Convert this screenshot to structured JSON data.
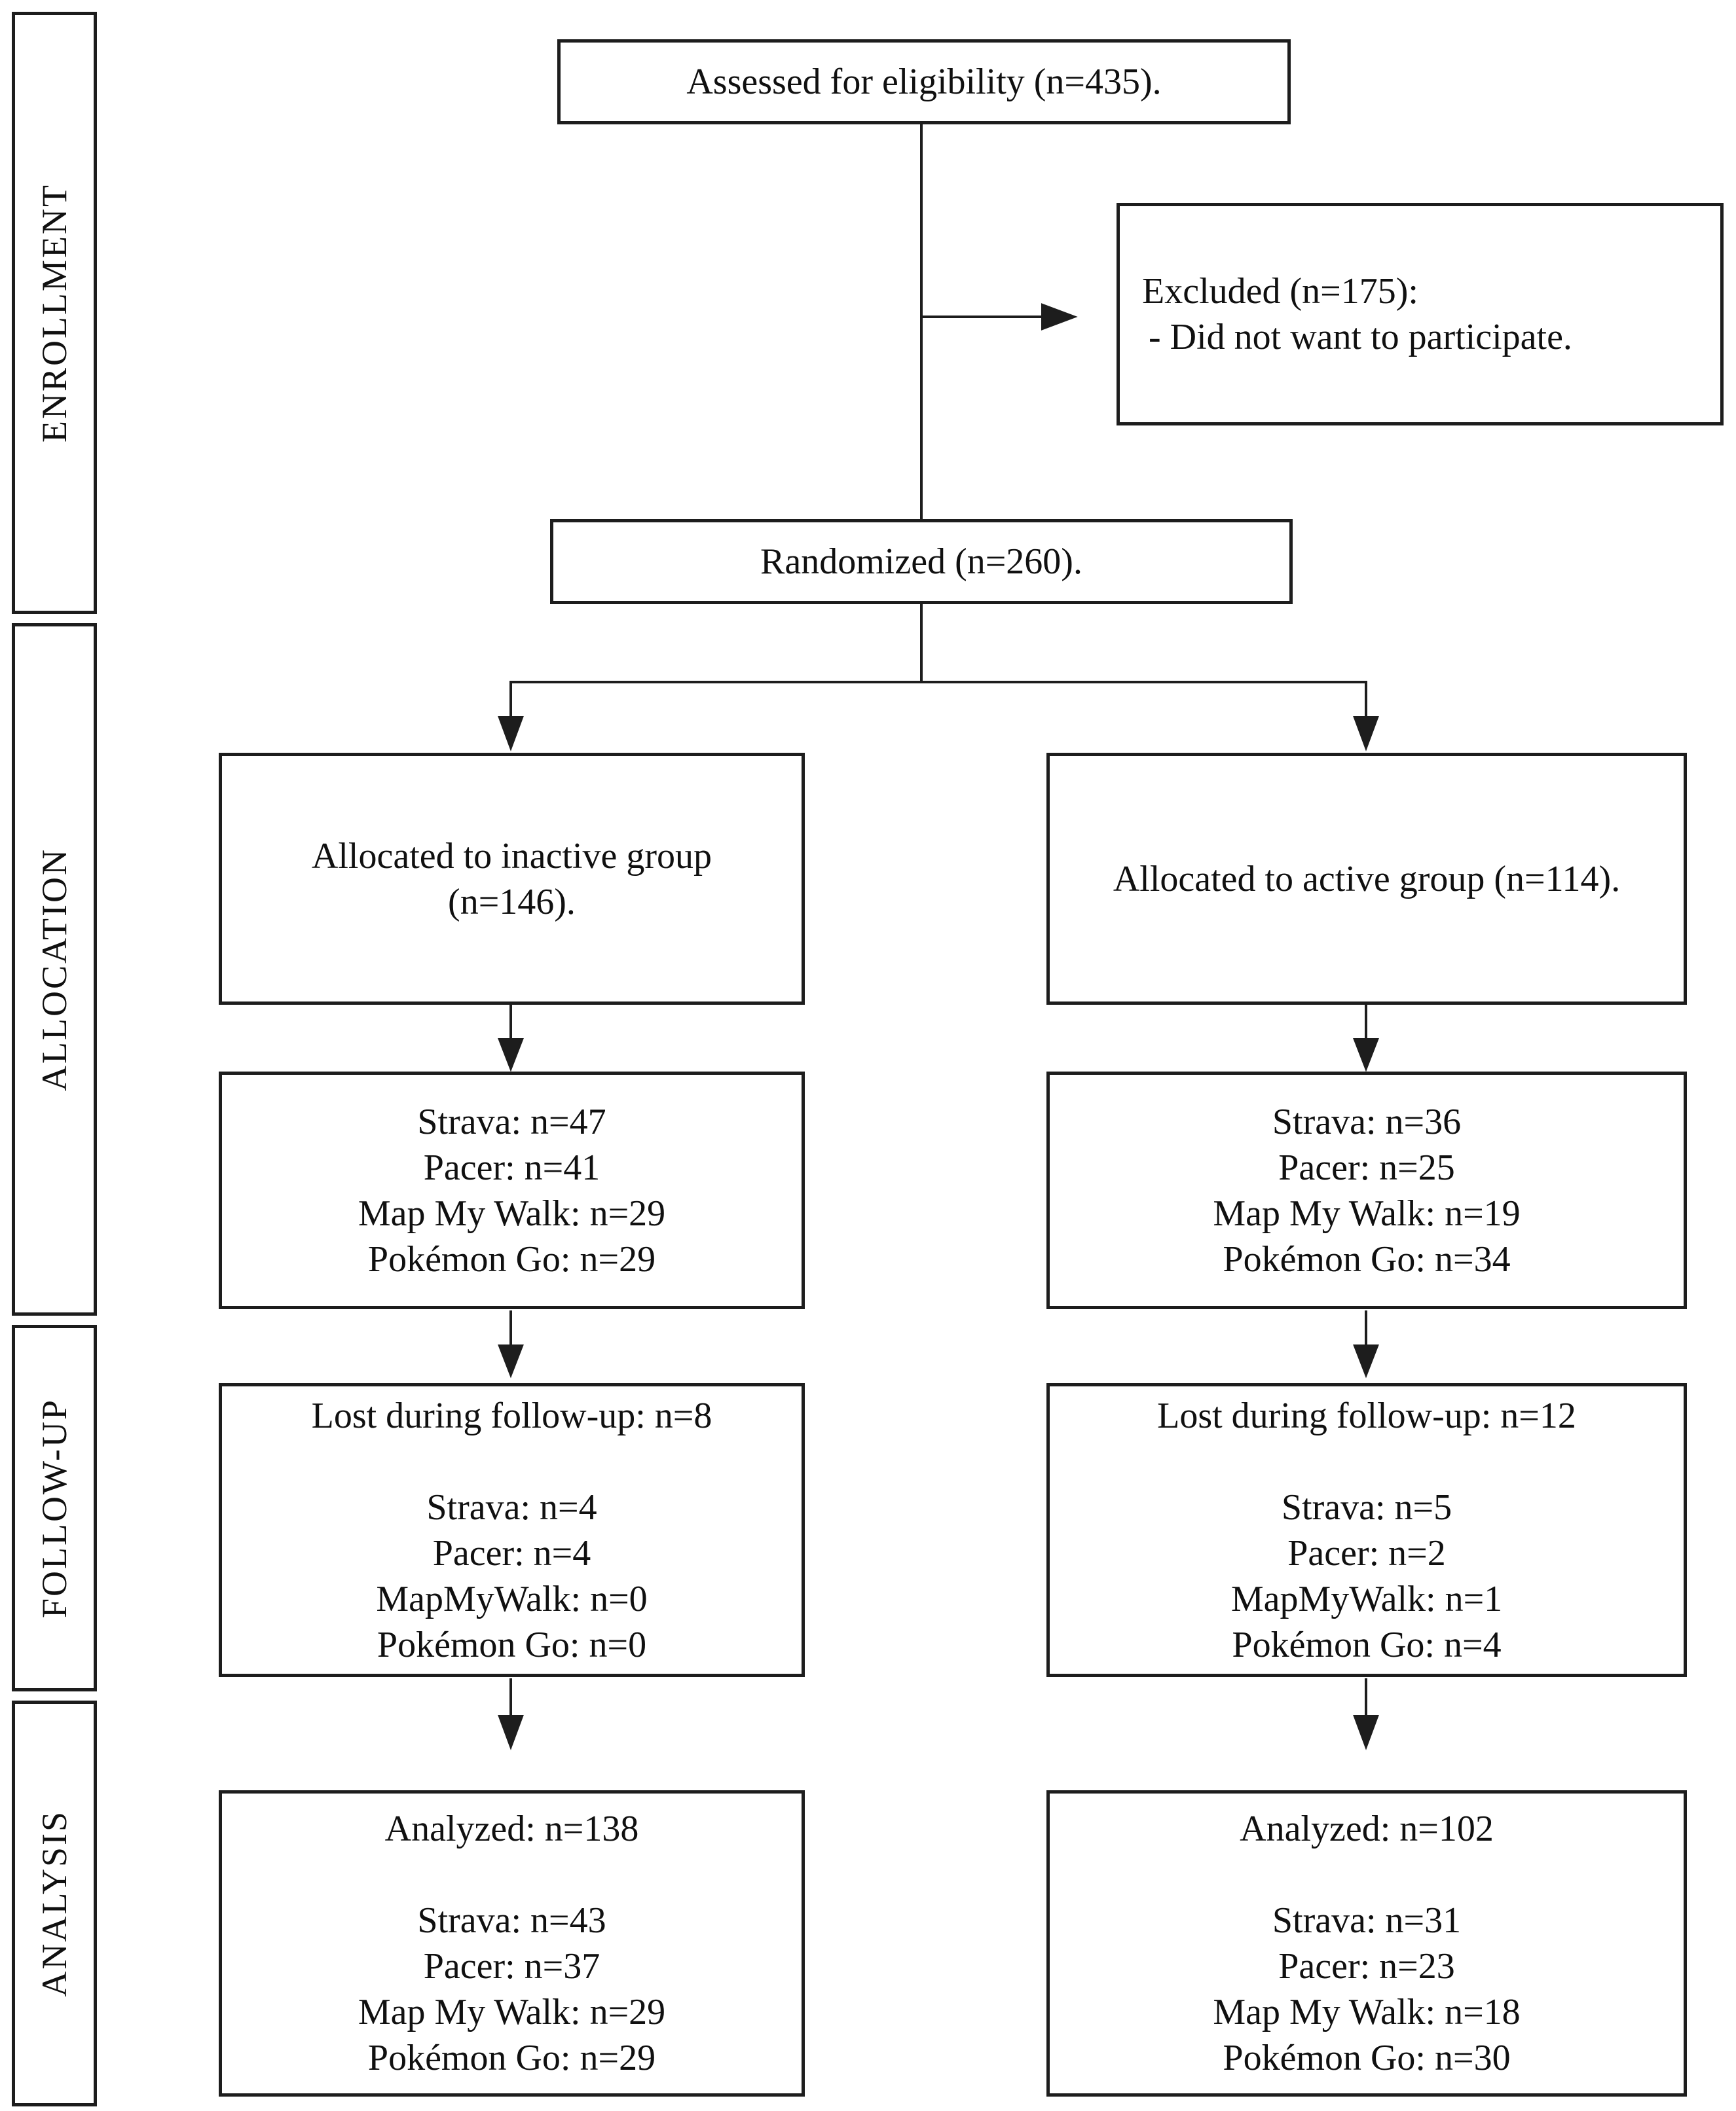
{
  "page": {
    "background": "#ffffff",
    "ink": "#1d1d1d"
  },
  "sidebar": {
    "stages": [
      {
        "label": "ENROLLMENT"
      },
      {
        "label": "ALLOCATION"
      },
      {
        "label": "FOLLOW-UP"
      },
      {
        "label": "ANALYSIS"
      }
    ]
  },
  "flow": {
    "assessed": {
      "text": "Assessed for eligibility (n=435)."
    },
    "excluded": {
      "lines": [
        "Excluded (n=175):",
        "- Did not want to participate."
      ]
    },
    "randomized": {
      "text": "Randomized (n=260)."
    },
    "inactive": {
      "allocated": {
        "lines": [
          "Allocated to inactive group",
          "(n=146)."
        ]
      },
      "apps": {
        "lines": [
          "Strava: n=47",
          "Pacer: n=41",
          "Map My Walk: n=29",
          "Pokémon Go: n=29"
        ]
      },
      "followup": {
        "title": "Lost during follow-up: n=8",
        "lines": [
          "Strava: n=4",
          "Pacer: n=4",
          "MapMyWalk: n=0",
          "Pokémon Go: n=0"
        ]
      },
      "analysis": {
        "title": "Analyzed: n=138",
        "lines": [
          "Strava: n=43",
          "Pacer: n=37",
          "Map My Walk: n=29",
          "Pokémon Go: n=29"
        ]
      }
    },
    "active": {
      "allocated": {
        "lines": [
          "Allocated to active group (n=114)."
        ]
      },
      "apps": {
        "lines": [
          "Strava: n=36",
          "Pacer: n=25",
          "Map My Walk: n=19",
          "Pokémon Go: n=34"
        ]
      },
      "followup": {
        "title": "Lost during follow-up: n=12",
        "lines": [
          "Strava: n=5",
          "Pacer: n=2",
          "MapMyWalk: n=1",
          "Pokémon Go: n=4"
        ]
      },
      "analysis": {
        "title": "Analyzed: n=102",
        "lines": [
          "Strava: n=31",
          "Pacer: n=23",
          "Map My Walk: n=18",
          "Pokémon Go: n=30"
        ]
      }
    }
  }
}
